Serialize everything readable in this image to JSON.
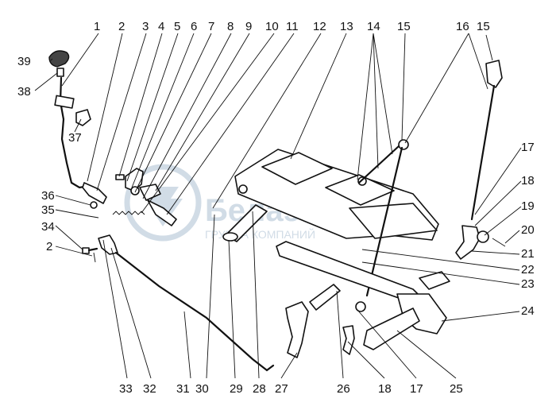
{
  "watermark": {
    "brand": "Белаз",
    "caption": "ГРУППА КОМПАНИЙ"
  },
  "callouts": {
    "n1": "1",
    "n2": "2",
    "n3": "3",
    "n4": "4",
    "n5": "5",
    "n6": "6",
    "n7": "7",
    "n8": "8",
    "n9": "9",
    "n10": "10",
    "n11": "11",
    "n12": "12",
    "n13": "13",
    "n14": "14",
    "n15a": "15",
    "n16": "16",
    "n15b": "15",
    "n39": "39",
    "n38": "38",
    "n37": "37",
    "n36": "36",
    "n35": "35",
    "n34": "34",
    "n2b": "2",
    "n17a": "17",
    "n18a": "18",
    "n19": "19",
    "n20": "20",
    "n21": "21",
    "n22": "22",
    "n23": "23",
    "n24": "24",
    "n33": "33",
    "n32": "32",
    "n31": "31",
    "n30": "30",
    "n29": "29",
    "n28": "28",
    "n27": "27",
    "n26": "26",
    "n18b": "18",
    "n17b": "17",
    "n25": "25"
  }
}
